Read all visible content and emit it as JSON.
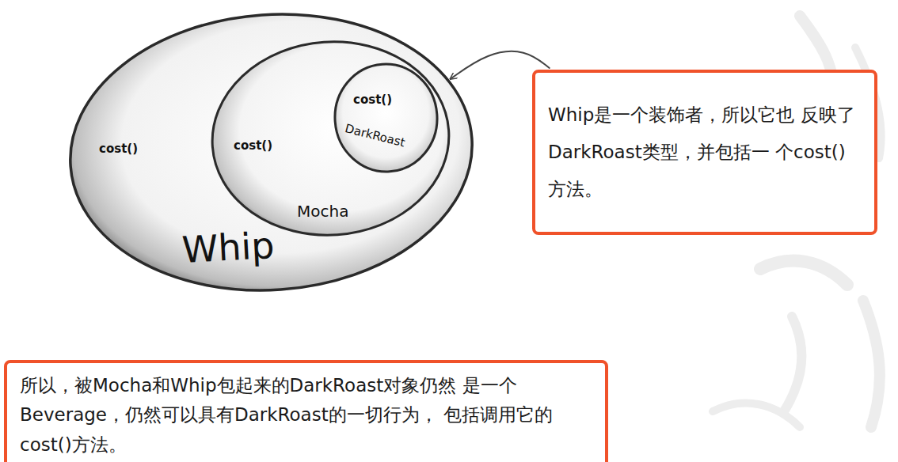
{
  "diagram": {
    "nodes": [
      {
        "text": [
          "cost()",
          "Whip"
        ]
      },
      {
        "text": [
          "cost()",
          "Mocha"
        ],
        "in": 0
      },
      {
        "text": [
          "cost()",
          "DarkRoast"
        ],
        "in": 1
      },
      {
        "text": [
          "Whip是一个装饰者，所以它也 反映了DarkRoast类型，并包括一 个cost()方法。"
        ]
      },
      {
        "text": [
          "所以，被Mocha和Whip包起来的DarkRoast对象仍然 是一个Beverage，仍然可以具有DarkRoast的一切行为， 包括调用它的cost()方法。"
        ]
      }
    ],
    "edges": [
      {
        "from": 3,
        "to": 0,
        "arrow": "to"
      }
    ]
  }
}
